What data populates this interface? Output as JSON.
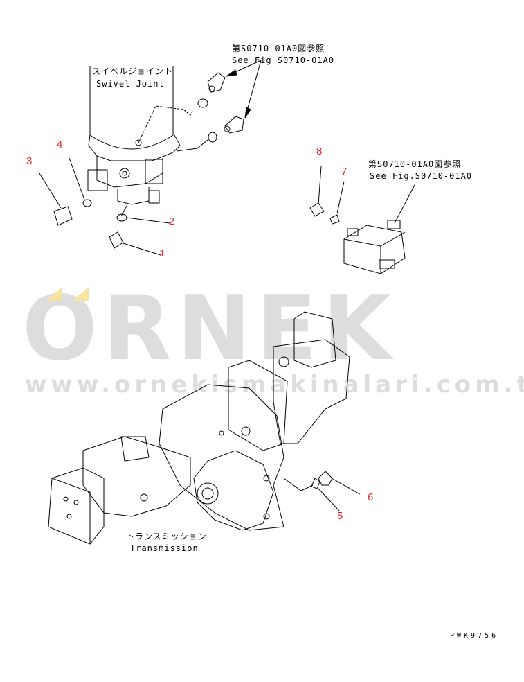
{
  "references": {
    "top_jp": "第S0710-01A0図参照",
    "top_en": "See Fig S0710-01A0",
    "right_jp": "第S0710-01A0図参照",
    "right_en": "See Fig.S0710-01A0"
  },
  "assemblies": {
    "swivel_jp": "スイベルジョイント",
    "swivel_en": "Swivel Joint",
    "transmission_jp": "トランスミッション",
    "transmission_en": "Transmission"
  },
  "callouts": [
    "1",
    "2",
    "3",
    "4",
    "5",
    "6",
    "7",
    "8"
  ],
  "drawing_code": "PWK9756",
  "watermark": {
    "brand": "ORNEK",
    "url": "www.ornekismakinalari.com.tr",
    "accent_color": "#f7e3a0",
    "text_color": "#dddcdf"
  },
  "colors": {
    "callout": "#e8262b",
    "line": "#000000"
  }
}
